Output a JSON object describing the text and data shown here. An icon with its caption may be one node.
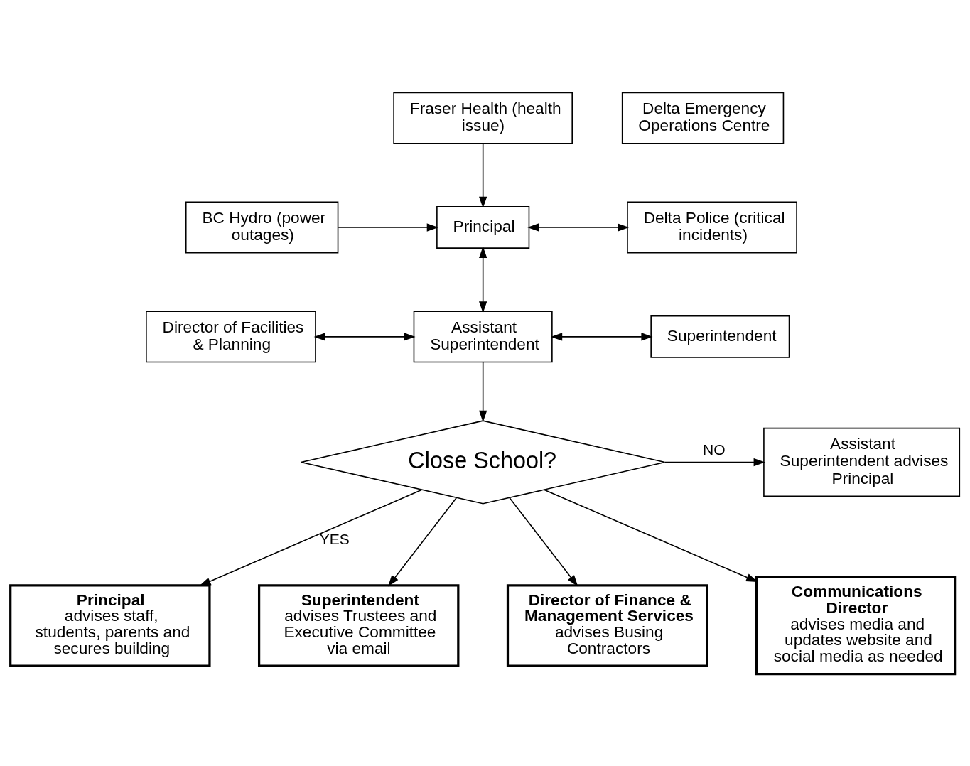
{
  "diagram": {
    "nodes": [
      {
        "text": [
          "BC Hydro (power outages)"
        ]
      },
      {
        "text": [
          "Delta Police (critical incidents)"
        ]
      },
      {
        "text": [
          "Principal"
        ]
      },
      {
        "text": [
          "Fraser Health (health issue)"
        ]
      },
      {
        "text": [
          "Delta Emergency Operations Centre"
        ]
      },
      {
        "text": [
          "Director of Facilities & Planning"
        ]
      },
      {
        "text": [
          "Assistant Superintendent"
        ]
      },
      {
        "text": [
          "Superintendent"
        ]
      },
      {
        "text": [
          "Close School?"
        ]
      },
      {
        "text": [
          "Assistant Superintendent advises Principal"
        ]
      },
      {
        "text": [
          "Principal",
          "advises staff, students, parents and secures building"
        ]
      },
      {
        "text": [
          "Superintendent",
          "advises Trustees and Executive Committee via email"
        ]
      },
      {
        "text": [
          "Director of Finance & Management Services",
          "advises Busing Contractors"
        ]
      },
      {
        "text": [
          "Communications Director",
          "advises media and updates website and social media as needed"
        ]
      }
    ],
    "edges": [
      {
        "from": 0,
        "to": 2,
        "arrow": "to"
      },
      {
        "from": 3,
        "to": 2,
        "arrow": "to"
      },
      {
        "from": 2,
        "to": 1,
        "arrow": "both"
      },
      {
        "from": 2,
        "to": 6,
        "arrow": "both"
      },
      {
        "from": 5,
        "to": 6,
        "arrow": "both"
      },
      {
        "from": 6,
        "to": 7,
        "arrow": "both"
      },
      {
        "from": 6,
        "to": 8,
        "arrow": "to"
      },
      {
        "from": 8,
        "to": 9,
        "arrow": "to",
        "label": "NO"
      },
      {
        "from": 8,
        "to": 10,
        "arrow": "to",
        "label": "YES"
      },
      {
        "from": 8,
        "to": 11,
        "arrow": "to"
      },
      {
        "from": 8,
        "to": 12,
        "arrow": "to"
      },
      {
        "from": 8,
        "to": 13,
        "arrow": "to"
      }
    ]
  }
}
